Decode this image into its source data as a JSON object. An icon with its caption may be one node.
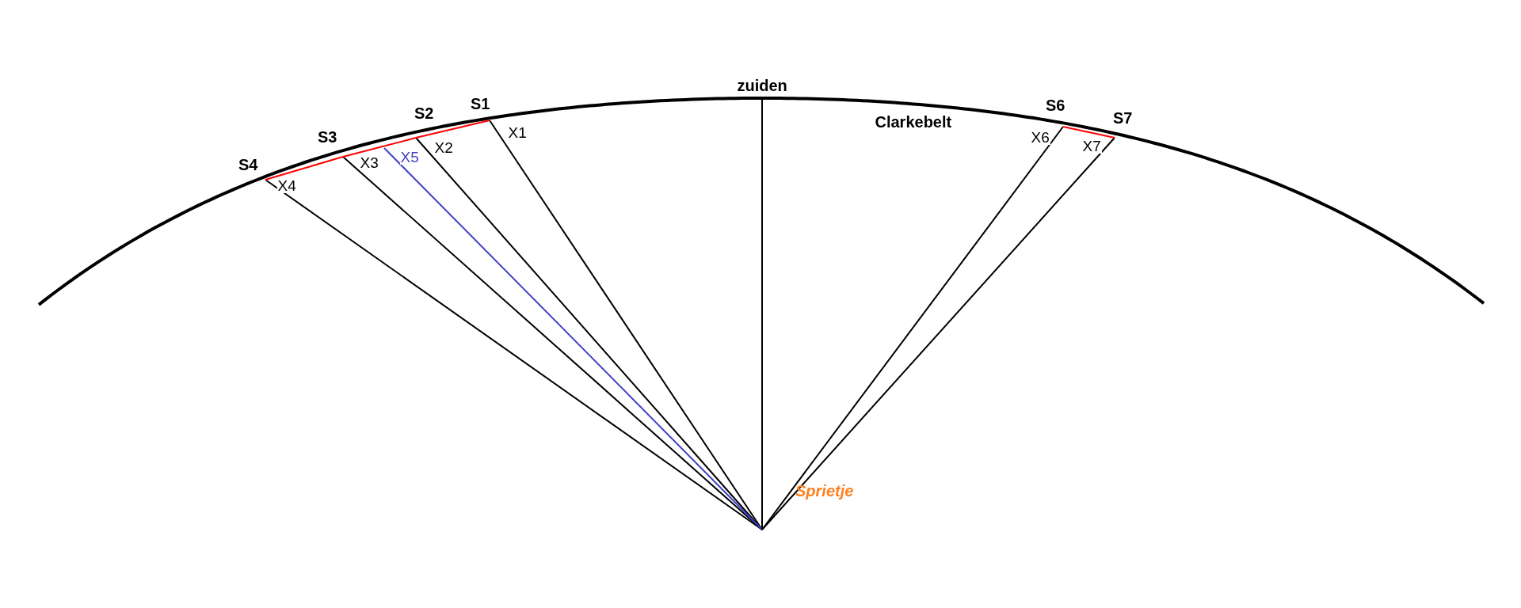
{
  "diagram": {
    "nodes": [
      {
        "text": [
          "S4"
        ]
      },
      {
        "text": [
          "S3"
        ]
      },
      {
        "text": [
          "S2"
        ]
      },
      {
        "text": [
          "S1"
        ]
      },
      {
        "text": [
          "zuiden"
        ]
      },
      {
        "text": [
          "S6"
        ]
      },
      {
        "text": [
          "S7"
        ]
      },
      {
        "text": [
          "Sprietje"
        ]
      }
    ],
    "edges": [
      {
        "from": 7,
        "to": 3,
        "arrow": "none",
        "label": "X1"
      },
      {
        "from": 7,
        "to": 2,
        "arrow": "none",
        "label": "X2"
      },
      {
        "from": 7,
        "to": 1,
        "arrow": "none",
        "label": "X3"
      },
      {
        "from": 7,
        "to": 0,
        "arrow": "none",
        "label": "X4"
      },
      {
        "from": 7,
        "to": null,
        "arrow": "none",
        "label": "X5",
        "color": "#4040c8"
      },
      {
        "from": 7,
        "to": 5,
        "arrow": "none",
        "label": "X6"
      },
      {
        "from": 7,
        "to": 6,
        "arrow": "none",
        "label": "X7"
      },
      {
        "from": 7,
        "to": 4,
        "arrow": "none"
      },
      {
        "from": 0,
        "to": 1,
        "arrow": "none",
        "color": "#ff0000"
      },
      {
        "from": 1,
        "to": 2,
        "arrow": "none",
        "color": "#ff0000"
      },
      {
        "from": 2,
        "to": 3,
        "arrow": "none",
        "color": "#ff0000"
      },
      {
        "from": 5,
        "to": 6,
        "arrow": "none",
        "color": "#ff0000"
      }
    ],
    "labels": [
      "Clarkebelt"
    ]
  }
}
